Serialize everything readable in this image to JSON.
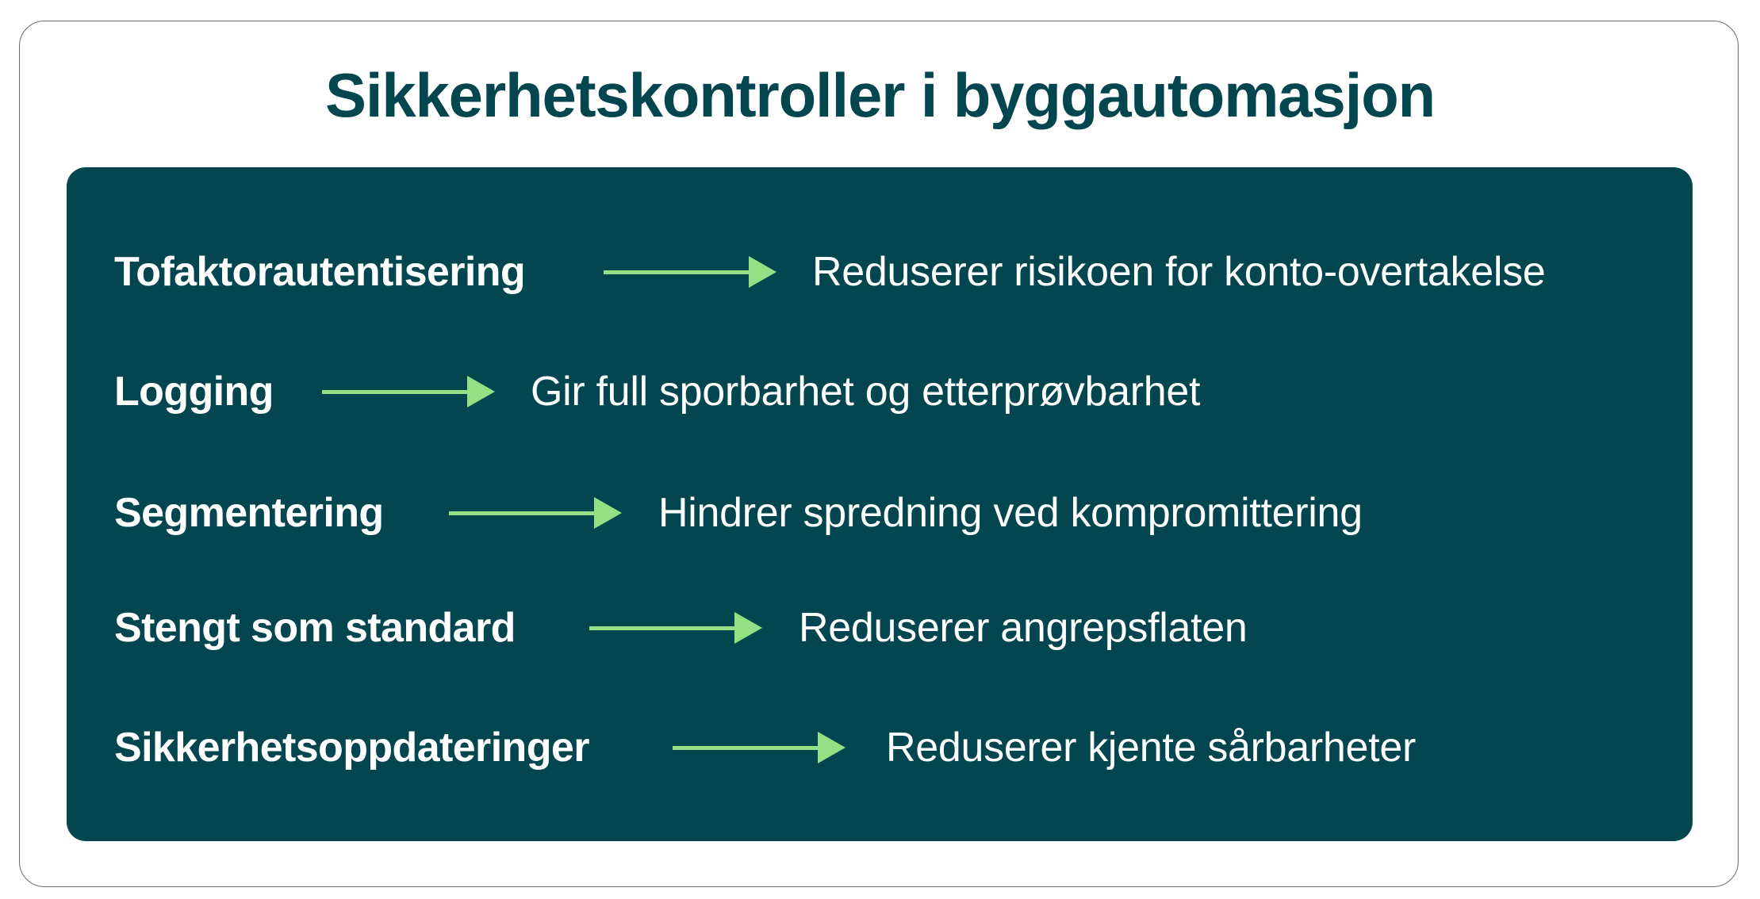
{
  "title": "Sikkerhetskontroller i byggautomasjon",
  "colors": {
    "title": "#03464f",
    "panel_background": "#03464f",
    "arrow": "#95e085",
    "text_on_panel": "#ffffff",
    "frame_border": "#6b6b6b"
  },
  "rows": [
    {
      "label": "Tofaktorautentisering",
      "description": "Reduserer risikoen for konto-overtakelse",
      "icon": "arrow-right-icon"
    },
    {
      "label": "Logging",
      "description": "Gir full sporbarhet og etterprøvbarhet",
      "icon": "arrow-right-icon"
    },
    {
      "label": "Segmentering",
      "description": "Hindrer spredning ved kompromittering",
      "icon": "arrow-right-icon"
    },
    {
      "label": "Stengt som standard",
      "description": "Reduserer angrepsflaten",
      "icon": "arrow-right-icon"
    },
    {
      "label": "Sikkerhetsoppdateringer",
      "description": "Reduserer kjente sårbarheter",
      "icon": "arrow-right-icon"
    }
  ]
}
